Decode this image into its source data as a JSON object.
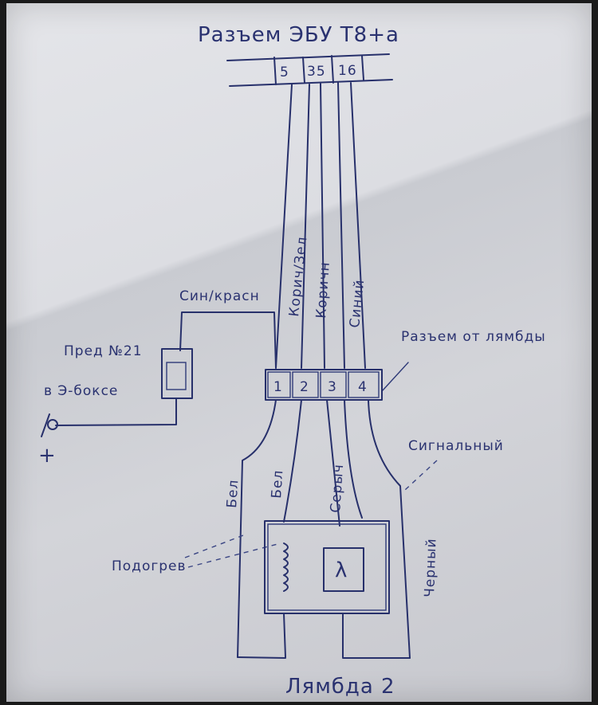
{
  "ecu_connector": {
    "title": "Разъем ЭБУ Т8+а",
    "pins": [
      "5",
      "35",
      "16"
    ]
  },
  "wires_upper": {
    "pin5": "Корич/Зел",
    "pin35": "Коричн",
    "pin16": "Синий"
  },
  "relay": {
    "wire": "Син/красн",
    "label_line1": "Пред №21",
    "label_line2": "в Э-боксе",
    "plus": "+"
  },
  "lambda_connector": {
    "label": "Разъем от лямбды",
    "pins": [
      "1",
      "2",
      "3",
      "4"
    ]
  },
  "wires_lower": {
    "w1": "Бел",
    "w2": "Бел",
    "w3": "Серыч",
    "w4": "Черный",
    "signal": "Сигнальный",
    "heater": "Подогрев"
  },
  "sensor": {
    "symbol": "λ",
    "caption": "Лямбда 2"
  }
}
